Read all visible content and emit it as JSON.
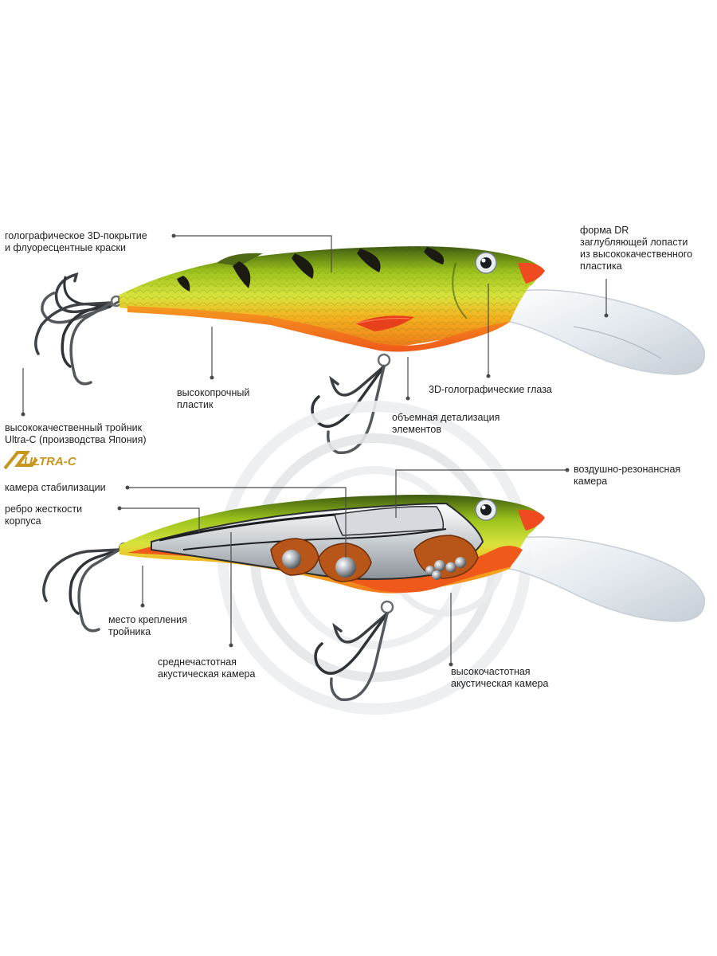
{
  "labels": {
    "coating": [
      "голографическое 3D-покрытие",
      "и флуоресцентные краски"
    ],
    "lip": [
      "форма DR",
      "заглубляющей лопасти",
      "из высококачественного",
      "пластика"
    ],
    "plastic": [
      "высокопрочный",
      "пластик"
    ],
    "eyes": [
      "3D-голографические глаза"
    ],
    "hook": [
      "высококачественный тройник",
      "Ultra-C (производства Япония)"
    ],
    "detail": [
      "объемная детализация",
      "элементов"
    ],
    "resonance": [
      "воздушно-резонансная",
      "камера"
    ],
    "stabilization": [
      "камера стабилизации"
    ],
    "rib": [
      "ребро жесткости",
      "корпуса"
    ],
    "mount": [
      "место крепления",
      "тройника"
    ],
    "mid_freq": [
      "среднечастотная",
      "акустическая камера"
    ],
    "high_freq": [
      "высокочастотная",
      "акустическая камера"
    ]
  },
  "brand": {
    "logo_text": "ULTRA-C"
  },
  "colors": {
    "body_green": "#9bc21c",
    "belly_orange": "#f07a1a",
    "fin_red": "#e8401a",
    "stripe": "#1b1b12",
    "logo_gold": "#c8961e"
  }
}
